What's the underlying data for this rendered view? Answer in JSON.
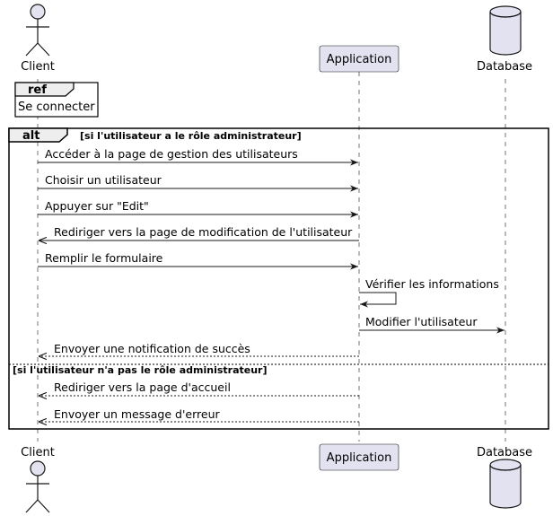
{
  "participants": {
    "client": {
      "name": "Client"
    },
    "application": {
      "name": "Application"
    },
    "database": {
      "name": "Database"
    }
  },
  "ref": {
    "keyword": "ref",
    "text": "Se connecter"
  },
  "alt": {
    "keyword": "alt",
    "guard1": "[si l'utilisateur a le rôle administrateur]",
    "guard2": "[si l'utilisateur n'a pas le rôle administrateur]"
  },
  "messages": [
    {
      "from": "client",
      "to": "application",
      "text": "Accéder à la page de gestion des utilisateurs",
      "style": "sync"
    },
    {
      "from": "client",
      "to": "application",
      "text": "Choisir un utilisateur",
      "style": "sync"
    },
    {
      "from": "client",
      "to": "application",
      "text": "Appuyer sur \"Edit\"",
      "style": "sync"
    },
    {
      "from": "application",
      "to": "client",
      "text": "Rediriger vers la page de modification de l'utilisateur",
      "style": "sync"
    },
    {
      "from": "client",
      "to": "application",
      "text": "Remplir le formulaire",
      "style": "sync"
    },
    {
      "from": "application",
      "to": "application",
      "text": "Vérifier les informations",
      "style": "self"
    },
    {
      "from": "application",
      "to": "database",
      "text": "Modifier l'utilisateur",
      "style": "sync"
    },
    {
      "from": "application",
      "to": "client",
      "text": "Envoyer une notification de succès",
      "style": "reply"
    },
    {
      "from": "application",
      "to": "client",
      "text": "Rediriger vers la page d'accueil",
      "style": "reply"
    },
    {
      "from": "application",
      "to": "client",
      "text": "Envoyer un message d'erreur",
      "style": "reply"
    }
  ],
  "colors": {
    "participant_fill": "#E2E2F0",
    "participant_stroke": "#181818",
    "line": "#181818"
  }
}
